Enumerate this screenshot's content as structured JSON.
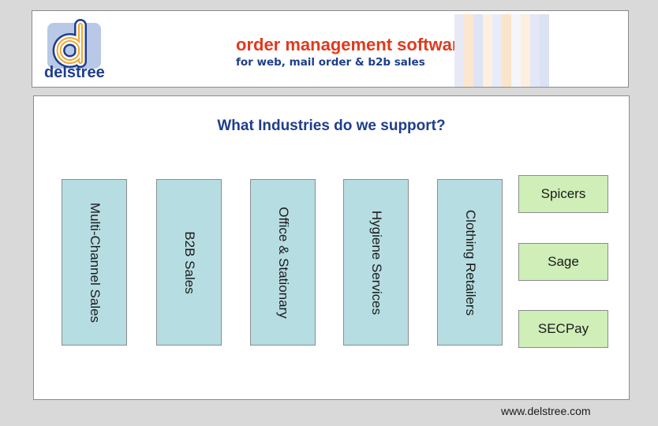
{
  "header": {
    "logo_text": "delstree",
    "title": "order management software",
    "subtitle": "for web, mail order & b2b sales"
  },
  "main": {
    "question": "What Industries do we support?",
    "industries": [
      {
        "label": "Multi-Channel Sales"
      },
      {
        "label": "B2B Sales"
      },
      {
        "label": "Office & Stationary"
      },
      {
        "label": "Hygiene Services"
      },
      {
        "label": "Clothing Retailers"
      }
    ],
    "partners": [
      {
        "label": "Spicers"
      },
      {
        "label": "Sage"
      },
      {
        "label": "SECPay"
      }
    ]
  },
  "footer": {
    "url": "www.delstree.com"
  },
  "colors": {
    "title": "#e03a1e",
    "brand_blue": "#1f3d8c",
    "industry_fill": "#b6dde2",
    "partner_fill": "#cfeeb8",
    "background": "#d9d9d9"
  }
}
